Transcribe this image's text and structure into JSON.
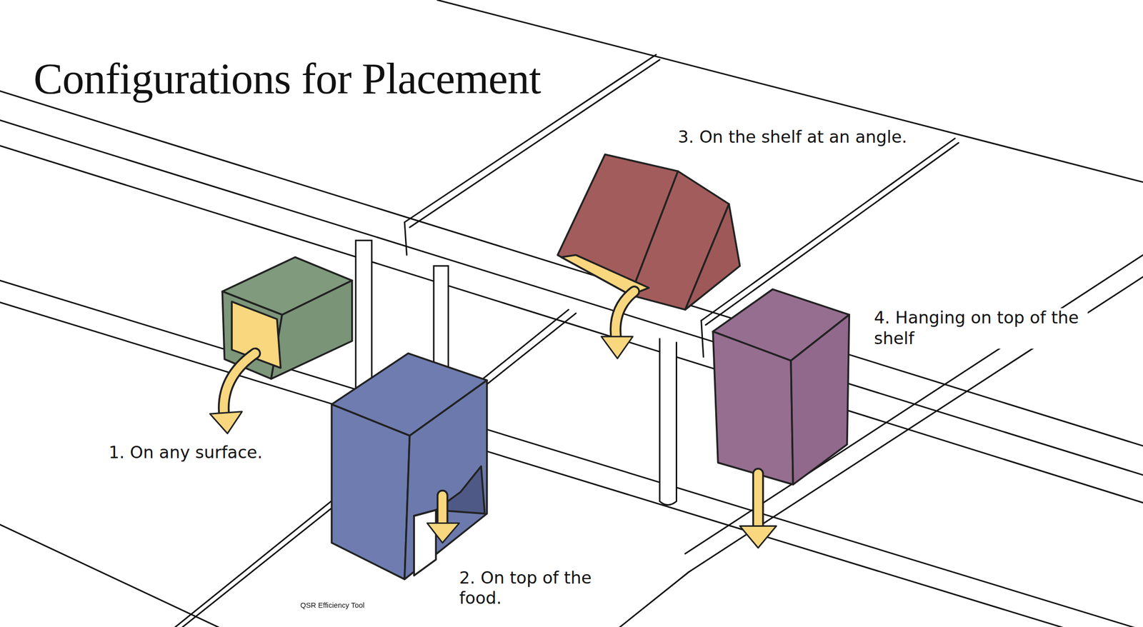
{
  "diagram": {
    "title": "Configurations for Placement",
    "labels": [
      "1. On any surface.",
      "2. On top of the food.",
      "3. On the shelf at an angle.",
      "4. Hanging on top of the shelf",
      "QSR Efficiency Tool"
    ]
  }
}
